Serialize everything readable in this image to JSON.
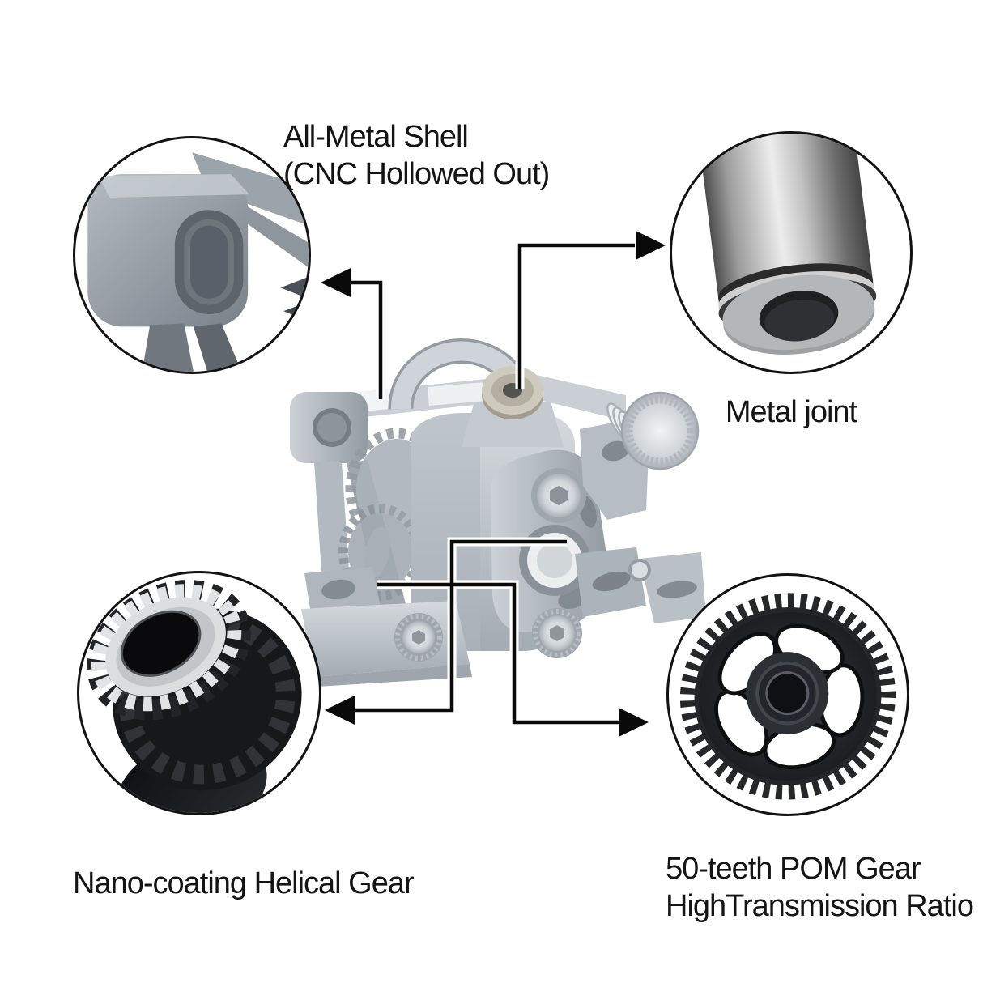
{
  "diagram": {
    "background_color": "#ffffff",
    "text_color": "#141414",
    "line_color": "#0a0a0a",
    "inset_border_color": "#121212",
    "callouts": {
      "top_left": {
        "line1": "All-Metal Shell",
        "line2": "(CNC Hollowed Out)"
      },
      "top_right": {
        "line1": "Metal joint"
      },
      "bottom_left": {
        "line1": "Nano-coating Helical Gear"
      },
      "bottom_right": {
        "line1": "50-teeth POM Gear",
        "line2": "HighTransmission Ratio"
      }
    },
    "colors": {
      "product_metal": "#b7bec5",
      "product_metal_light": "#d8dce0",
      "product_metal_dark": "#858d95",
      "chrome_light": "#ededed",
      "chrome_dark": "#4e4e4e",
      "helical_gear_black": "#17181a",
      "pom_gear_black": "#232529"
    }
  }
}
